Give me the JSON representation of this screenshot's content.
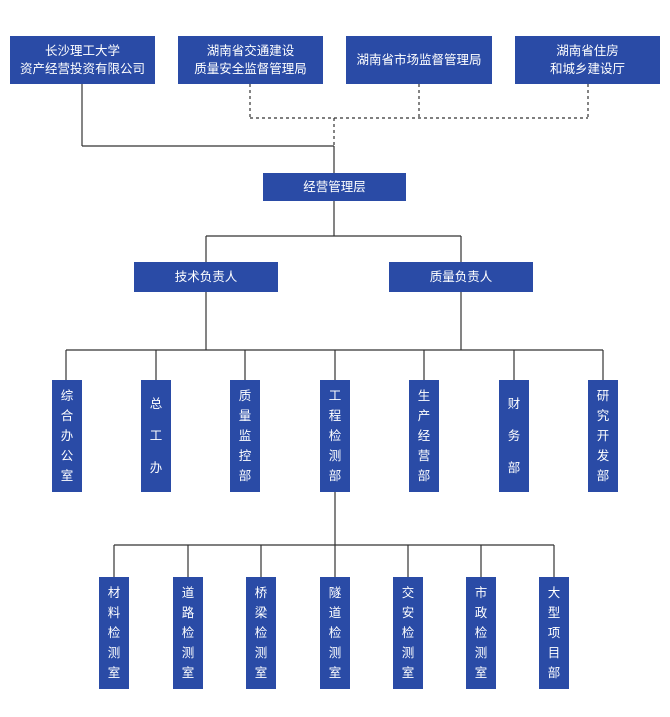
{
  "top": {
    "csu_asset": [
      "长沙理工大学",
      "资产经营投资有限公司"
    ],
    "transport": [
      "湖南省交通建设",
      "质量安全监督管理局"
    ],
    "market": [
      "湖南省市场监督管理局"
    ],
    "housing": [
      "湖南省住房",
      "和城乡建设厅"
    ]
  },
  "management": "经营管理层",
  "leads": {
    "technical": "技术负责人",
    "quality": "质量负责人"
  },
  "departments": [
    "综合办公室",
    "总工办",
    "质量监控部",
    "工程检测部",
    "生产经营部",
    "财务部",
    "研究开发部"
  ],
  "labs": [
    "材料检测室",
    "道路检测室",
    "桥梁检测室",
    "隧道检测室",
    "交安检测室",
    "市政检测室",
    "大型项目部"
  ],
  "colors": {
    "box": "#2a4ba6",
    "line": "#333333"
  }
}
